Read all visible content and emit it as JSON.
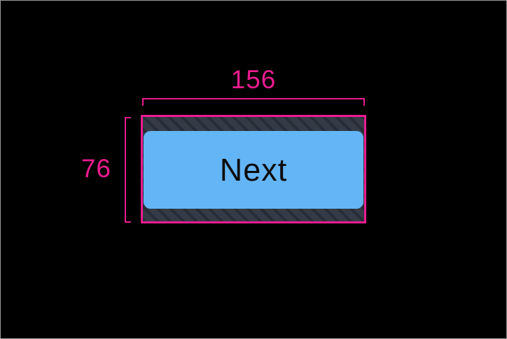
{
  "colors": {
    "background": "#000000",
    "frame-border": "#9c9c9c",
    "annotation": "#EC1C8F",
    "button-fill": "#64B5F6",
    "button-text": "#0d0d0d",
    "hatch-bg": "#343B46",
    "hatch-stripe": "#272D37"
  },
  "annotation": {
    "width_label": "156",
    "height_label": "76"
  },
  "button": {
    "label": "Next"
  }
}
